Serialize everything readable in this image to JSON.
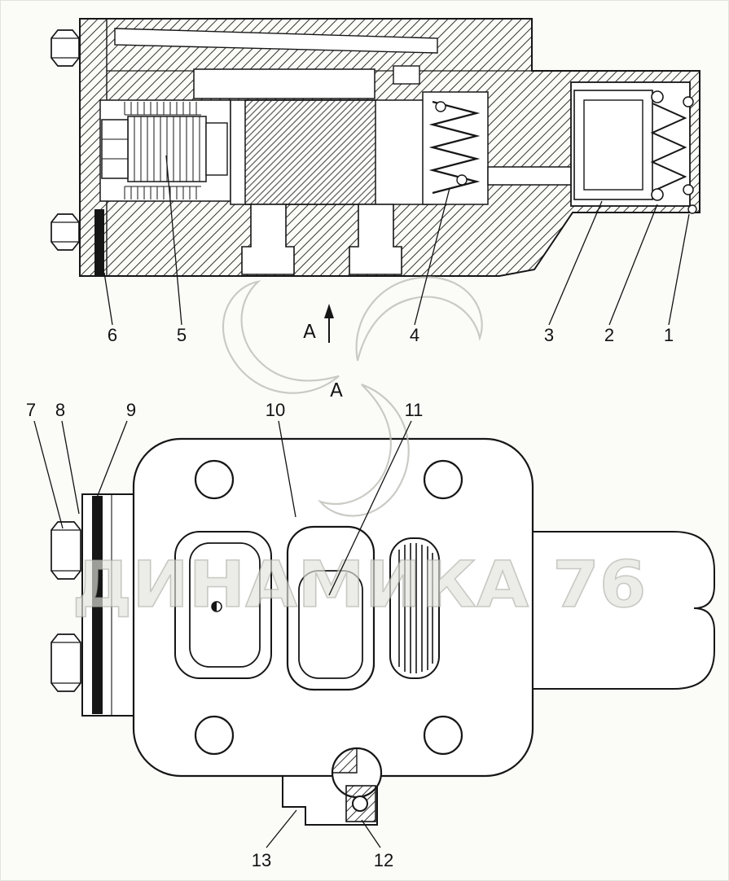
{
  "watermark": {
    "text": "ДИНАМИКА 76"
  },
  "section": {
    "arrow_label": "А",
    "view_label": "А"
  },
  "callouts": {
    "top": [
      {
        "label": "6"
      },
      {
        "label": "5"
      },
      {
        "label": "4"
      },
      {
        "label": "3"
      },
      {
        "label": "2"
      },
      {
        "label": "1"
      }
    ],
    "bottom": [
      {
        "label": "7"
      },
      {
        "label": "8"
      },
      {
        "label": "9"
      },
      {
        "label": "10"
      },
      {
        "label": "11"
      },
      {
        "label": "13"
      },
      {
        "label": "12"
      }
    ]
  },
  "colors": {
    "line": "#161616",
    "background": "#fbfbf8",
    "watermark": "#bfbfb9"
  }
}
